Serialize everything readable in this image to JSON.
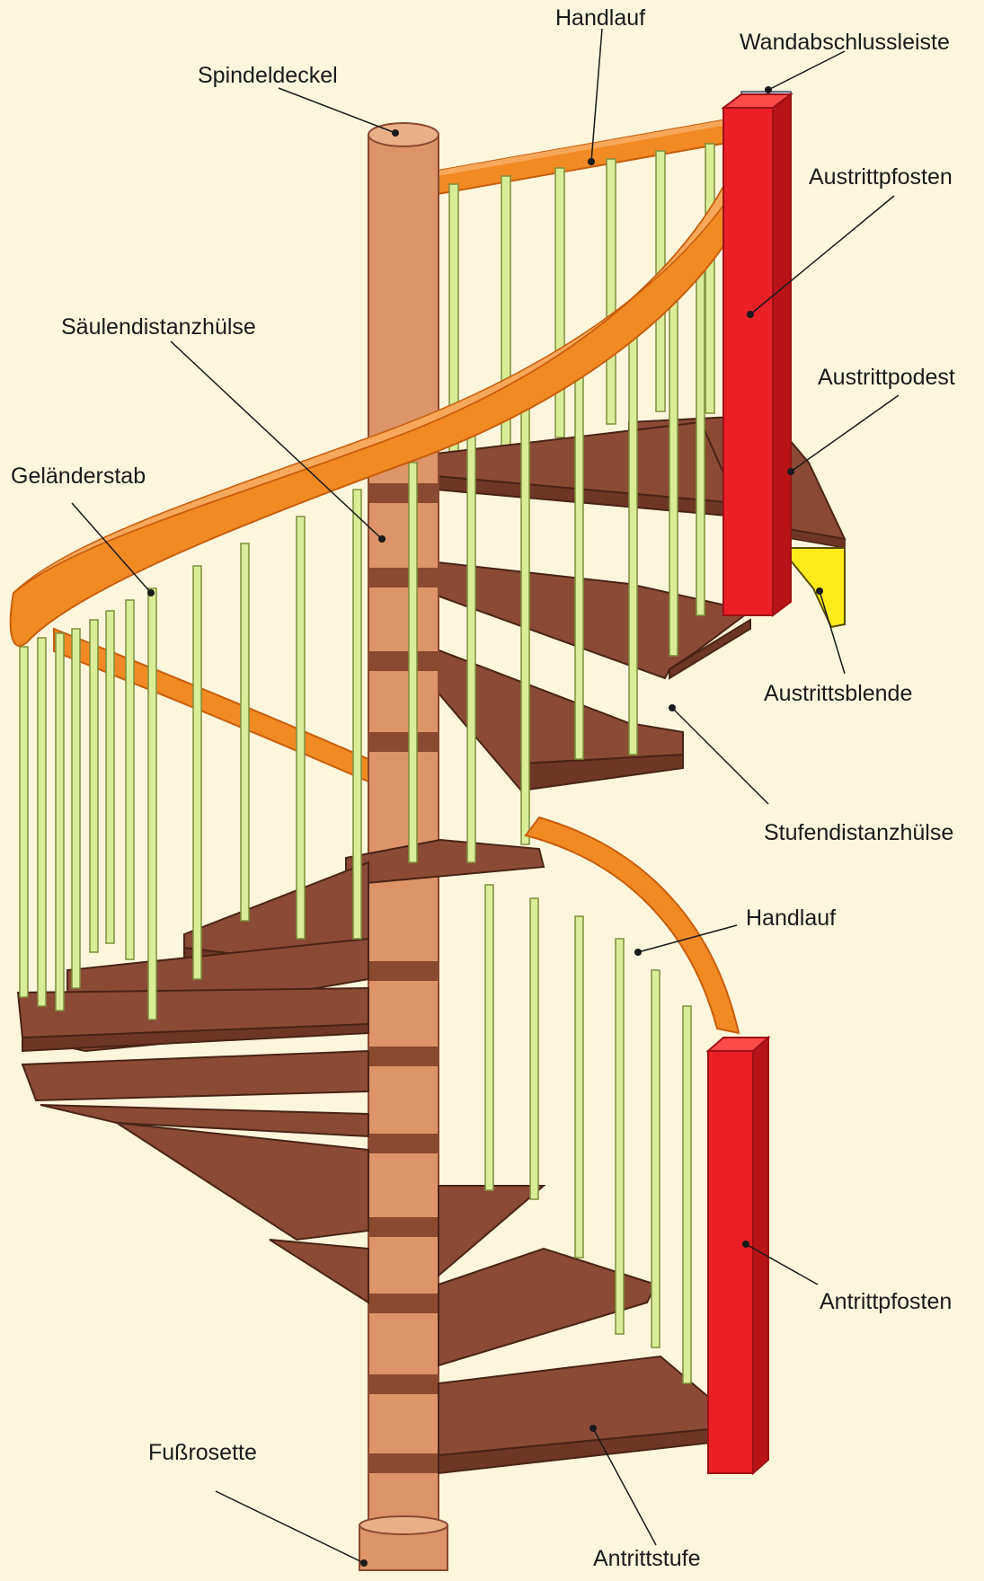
{
  "colors": {
    "background": "#fdf6dc",
    "tread": "#8b4a35",
    "tread_edge": "#4a2416",
    "column": "#dc9468",
    "column_ring": "#8a4a30",
    "handrail": "#f28a24",
    "handrail_edge": "#c85d0c",
    "baluster": "#d9ec98",
    "baluster_edge": "#7e8f3c",
    "post": "#ea2026",
    "post_edge": "#9e1014",
    "facia": "#ffea1a",
    "wall_strip": "#c8d8ec"
  },
  "labels": {
    "handlauf_top": "Handlauf",
    "wandabschlussleiste": "Wandabschlussleiste",
    "spindeldeckel": "Spindeldeckel",
    "austrittpfosten": "Austrittpfosten",
    "saeulendistanzhuelse": "Säulendistanzhülse",
    "austrittpodest": "Austrittpodest",
    "gelaenderstab": "Geländerstab",
    "austrittsblende": "Austrittsblende",
    "stufendistanzhuelse": "Stufendistanzhülse",
    "handlauf_lower": "Handlauf",
    "antrittpfosten": "Antrittpfosten",
    "fussrosette": "Fußrosette",
    "antrittstufe": "Antrittstufe"
  }
}
